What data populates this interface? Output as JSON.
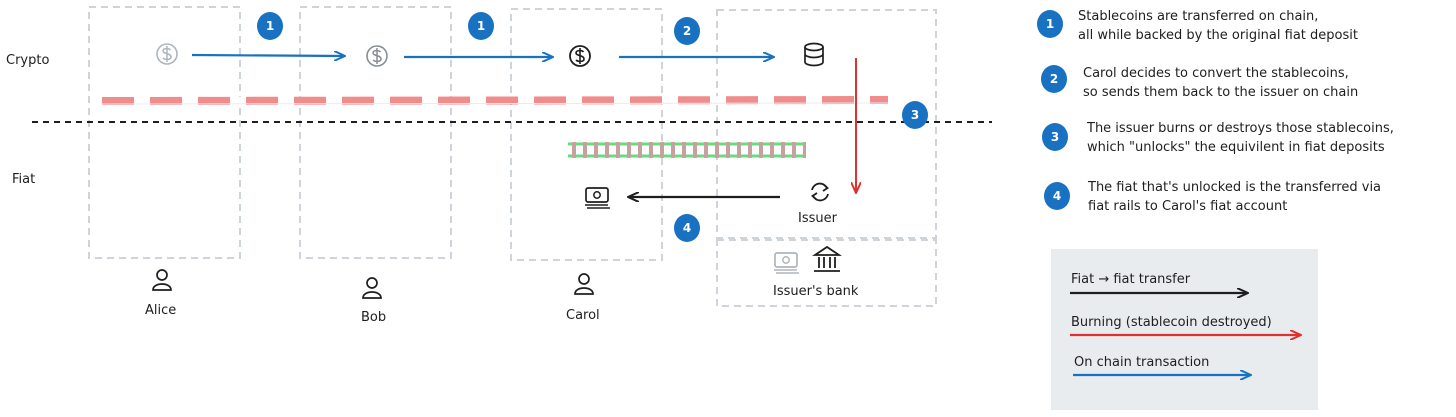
{
  "lanes": {
    "crypto_label": "Crypto",
    "fiat_label": "Fiat"
  },
  "actors": [
    {
      "id": "alice",
      "label": "Alice"
    },
    {
      "id": "bob",
      "label": "Bob"
    },
    {
      "id": "carol",
      "label": "Carol"
    }
  ],
  "issuer": {
    "label": "Issuer"
  },
  "issuer_bank": {
    "label": "Issuer's bank"
  },
  "flow_badges": [
    "1",
    "1",
    "2",
    "3",
    "4"
  ],
  "steps": [
    {
      "number": "1",
      "line1": "Stablecoins are transferred on chain,",
      "line2": "all while backed by the original fiat deposit"
    },
    {
      "number": "2",
      "line1": "Carol decides to convert the stablecoins,",
      "line2": "so sends them back to the issuer on chain"
    },
    {
      "number": "3",
      "line1": "The issuer burns or destroys those stablecoins,",
      "line2": "which \"unlocks\" the equivilent in fiat deposits"
    },
    {
      "number": "4",
      "line1": "The fiat that's unlocked is the transferred via",
      "line2": "fiat rails to Carol's fiat account"
    }
  ],
  "legend": [
    {
      "label": "Fiat → fiat transfer",
      "color": "#1e1e1e"
    },
    {
      "label": "Burning (stablecoin destroyed)",
      "color": "#e03131"
    },
    {
      "label": "On chain transaction",
      "color": "#1971c2"
    }
  ],
  "colors": {
    "blue": "#1971c2",
    "red": "#e03131",
    "black": "#1e1e1e",
    "dashed_box": "#ced4da",
    "legend_bg": "#e9ecef",
    "faded_icon": "#adb5bd",
    "rail_green": "#69db7c",
    "rail_tie": "#c9a0a0"
  },
  "icons": [
    "dollar-coin-icon",
    "coin-stack-icon",
    "banknote-icon",
    "refresh-icon",
    "bank-icon",
    "person-icon"
  ]
}
